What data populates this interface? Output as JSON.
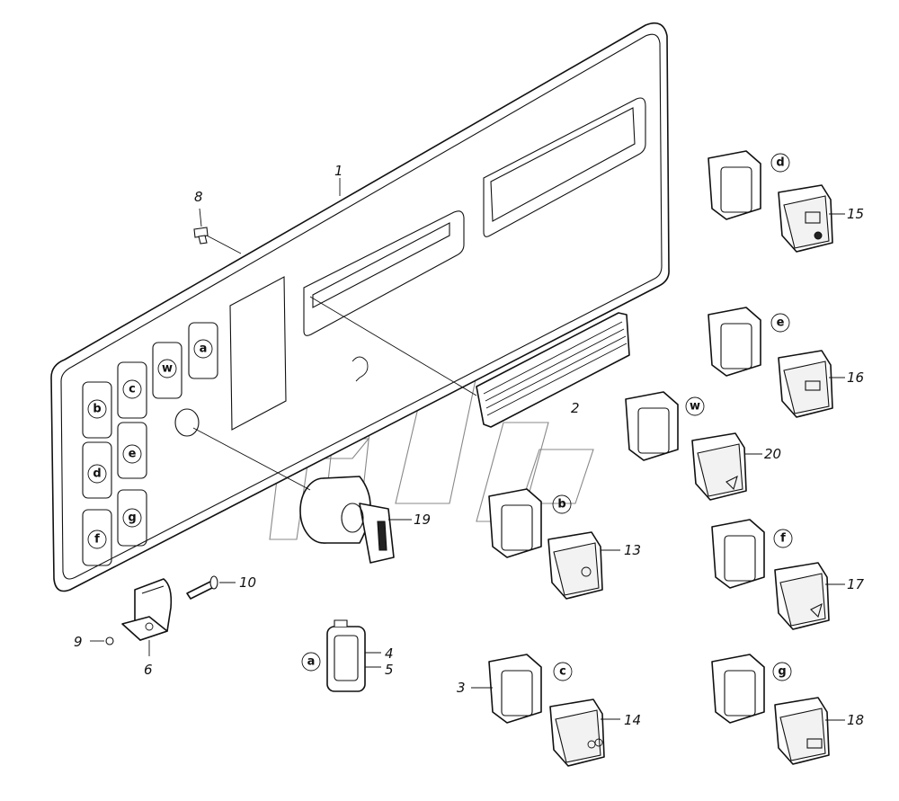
{
  "callouts": {
    "n1": "1",
    "n2": "2",
    "n3": "3",
    "n4": "4",
    "n5": "5",
    "n6": "6",
    "n8": "8",
    "n9": "9",
    "n10": "10",
    "n13": "13",
    "n14": "14",
    "n15": "15",
    "n16": "16",
    "n17": "17",
    "n18": "18",
    "n19": "19",
    "n20": "20"
  },
  "panel_letters": {
    "a": "a",
    "w": "w",
    "c": "c",
    "b": "b",
    "e": "e",
    "d": "d",
    "g": "g",
    "f": "f"
  },
  "switch_letters": {
    "d": "d",
    "e": "e",
    "w": "w",
    "b": "b",
    "f": "f",
    "a": "a",
    "c": "c",
    "g": "g"
  }
}
